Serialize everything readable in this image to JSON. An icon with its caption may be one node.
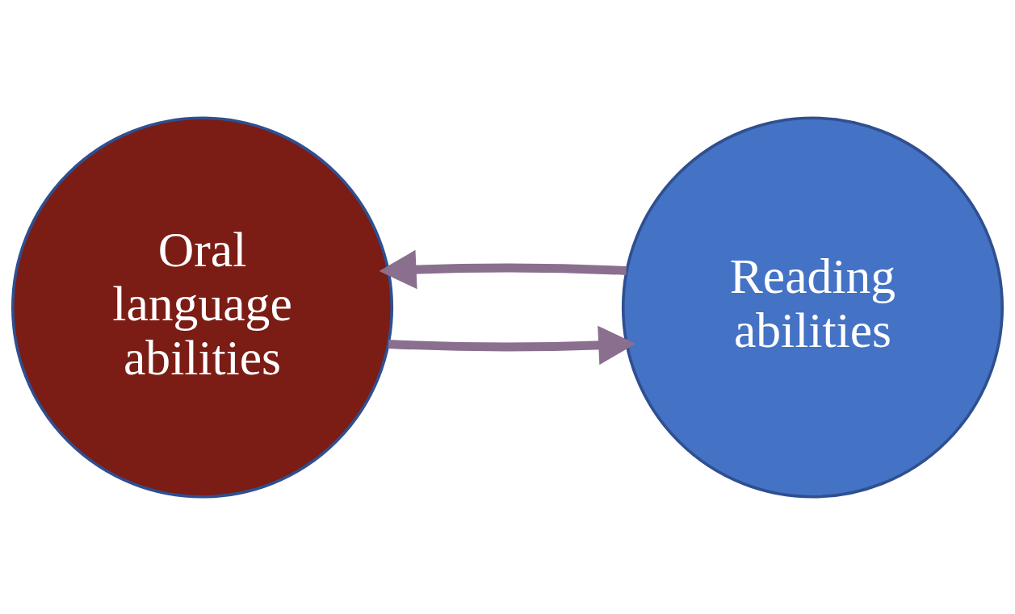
{
  "diagram": {
    "nodes": [
      {
        "text": [
          "Oral language abilities"
        ]
      },
      {
        "text": [
          "Reading abilities"
        ]
      }
    ],
    "edges": [
      {
        "from": 0,
        "to": 1,
        "arrow": "to"
      },
      {
        "from": 1,
        "to": 0,
        "arrow": "to"
      }
    ]
  }
}
